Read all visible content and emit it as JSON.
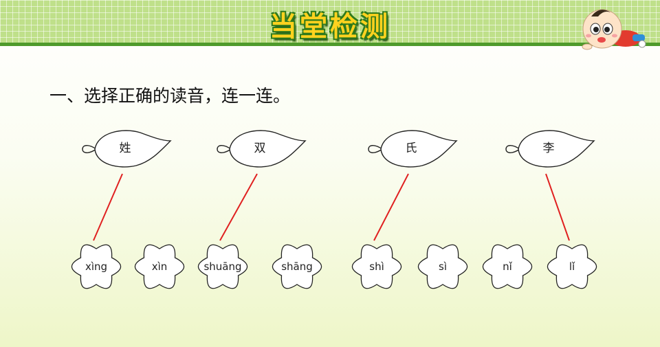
{
  "title": "当堂检测",
  "instruction": "一、选择正确的读音，连一连。",
  "characters": [
    "姓",
    "双",
    "氏",
    "李"
  ],
  "pinyin": [
    "xìng",
    "xìn",
    "shuāng",
    "shāng",
    "shì",
    "sì",
    "nǐ",
    "lǐ"
  ],
  "matches": [
    {
      "character": 0,
      "pinyin": 0
    },
    {
      "character": 1,
      "pinyin": 2
    },
    {
      "character": 2,
      "pinyin": 4
    },
    {
      "character": 3,
      "pinyin": 7
    }
  ],
  "colors": {
    "header_green": "#bfe08a",
    "header_bar": "#4f9a2c",
    "title_yellow": "#ffd21f",
    "line_red": "#e02020"
  },
  "icons": [
    "mascot-baby-icon"
  ]
}
